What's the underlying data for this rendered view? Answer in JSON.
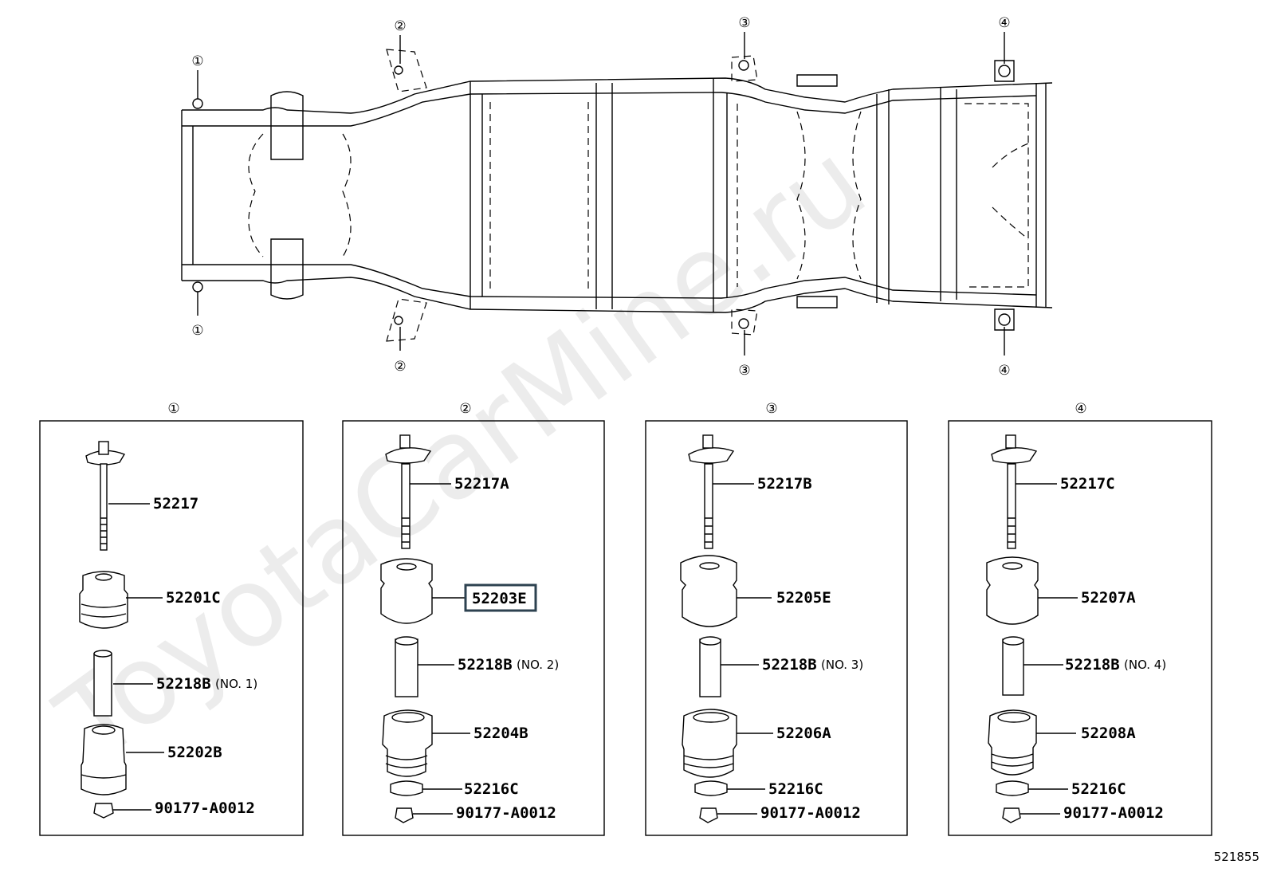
{
  "watermark": "ToyotaCarMine.ru",
  "diagram_ref": "521855",
  "frame_callouts": {
    "top": [
      "①",
      "②",
      "③",
      "④"
    ],
    "bottom": [
      "①",
      "②",
      "③",
      "④"
    ]
  },
  "groups": [
    {
      "number": "①",
      "parts": [
        {
          "code": "52217",
          "suffix": ""
        },
        {
          "code": "52201C",
          "suffix": ""
        },
        {
          "code": "52218B",
          "suffix": "(NO. 1)"
        },
        {
          "code": "52202B",
          "suffix": ""
        },
        {
          "code": "90177-A0012",
          "suffix": ""
        }
      ]
    },
    {
      "number": "②",
      "parts": [
        {
          "code": "52217A",
          "suffix": ""
        },
        {
          "code": "52203E",
          "suffix": "",
          "highlighted": true
        },
        {
          "code": "52218B",
          "suffix": "(NO. 2)"
        },
        {
          "code": "52204B",
          "suffix": ""
        },
        {
          "code": "52216C",
          "suffix": ""
        },
        {
          "code": "90177-A0012",
          "suffix": ""
        }
      ]
    },
    {
      "number": "③",
      "parts": [
        {
          "code": "52217B",
          "suffix": ""
        },
        {
          "code": "52205E",
          "suffix": ""
        },
        {
          "code": "52218B",
          "suffix": "(NO. 3)"
        },
        {
          "code": "52206A",
          "suffix": ""
        },
        {
          "code": "52216C",
          "suffix": ""
        },
        {
          "code": "90177-A0012",
          "suffix": ""
        }
      ]
    },
    {
      "number": "④",
      "parts": [
        {
          "code": "52217C",
          "suffix": ""
        },
        {
          "code": "52207A",
          "suffix": ""
        },
        {
          "code": "52218B",
          "suffix": "(NO. 4)"
        },
        {
          "code": "52208A",
          "suffix": ""
        },
        {
          "code": "52216C",
          "suffix": ""
        },
        {
          "code": "90177-A0012",
          "suffix": ""
        }
      ]
    }
  ]
}
